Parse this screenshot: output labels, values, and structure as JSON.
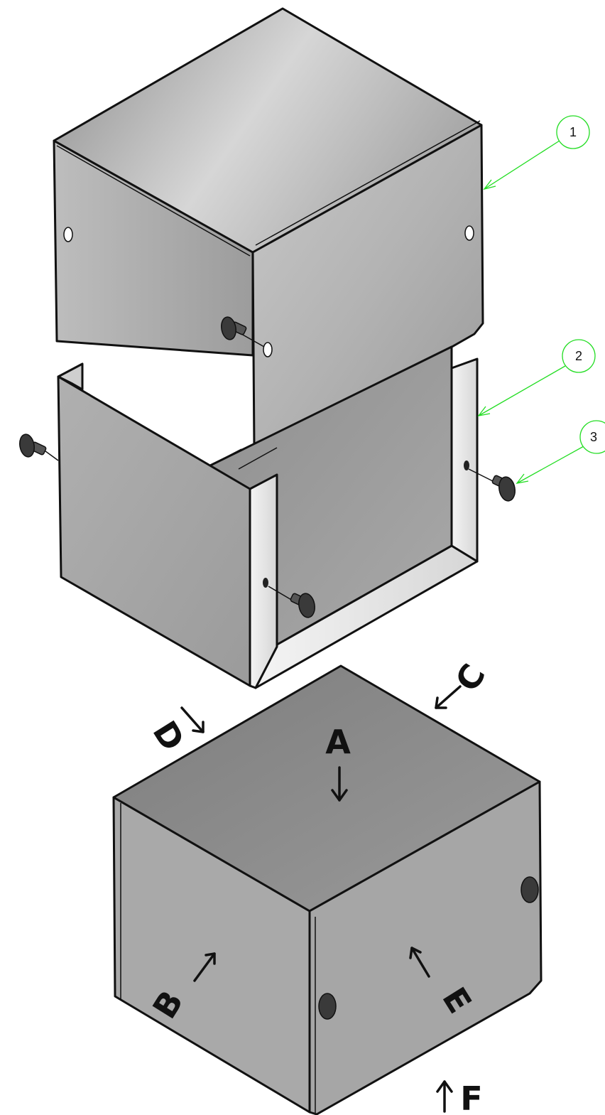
{
  "diagram": {
    "balloons": [
      {
        "label": "1"
      },
      {
        "label": "2"
      },
      {
        "label": "3"
      }
    ],
    "view_labels": [
      {
        "label": "A"
      },
      {
        "label": "B"
      },
      {
        "label": "C"
      },
      {
        "label": "D"
      },
      {
        "label": "E"
      },
      {
        "label": "F"
      }
    ]
  }
}
